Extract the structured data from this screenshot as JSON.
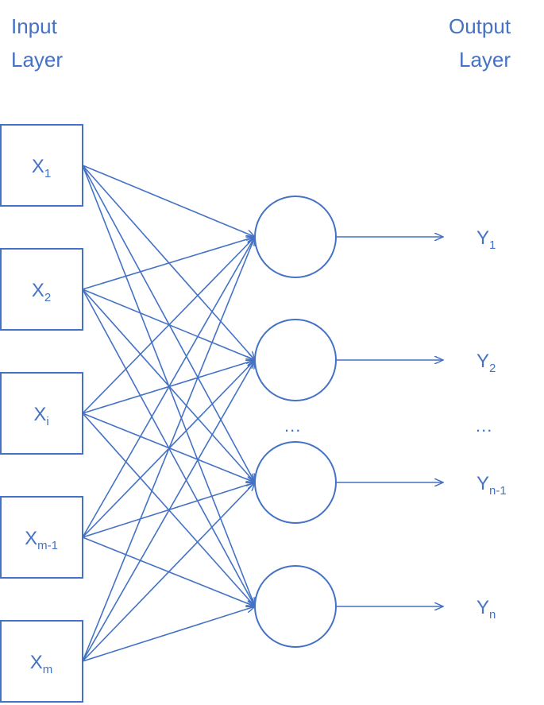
{
  "headers": {
    "input_line1": "Input",
    "input_line2": "Layer",
    "output_line1": "Output",
    "output_line2": "Layer"
  },
  "inputs": [
    {
      "name": "X",
      "sub": "1"
    },
    {
      "name": "X",
      "sub": "2"
    },
    {
      "name": "X",
      "sub": "i"
    },
    {
      "name": "X",
      "sub": "m-1"
    },
    {
      "name": "X",
      "sub": "m"
    }
  ],
  "outputs": [
    {
      "name": "Y",
      "sub": "1"
    },
    {
      "name": "Y",
      "sub": "2"
    },
    {
      "name": "Y",
      "sub": "n-1"
    },
    {
      "name": "Y",
      "sub": "n"
    }
  ],
  "ellipsis": {
    "middle": "...",
    "output": "..."
  },
  "colors": {
    "stroke": "#4472c4",
    "fill": "#ffffff"
  }
}
